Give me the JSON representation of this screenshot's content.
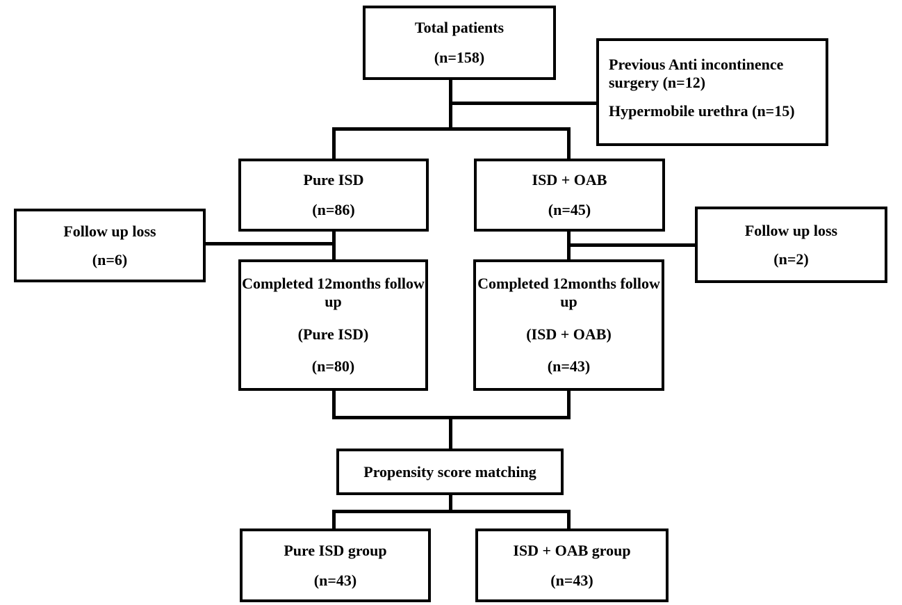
{
  "diagram": {
    "type": "patient-flow-chart",
    "colors": {
      "background": "#ffffff",
      "border": "#000000",
      "text": "#000000"
    },
    "nodes": {
      "total": {
        "lines": [
          "Total patients",
          "(n=158)"
        ]
      },
      "exclusion": {
        "lines": [
          "Previous Anti incontinence surgery (n=12)",
          "Hypermobile urethra (n=15)"
        ]
      },
      "pure_isd": {
        "lines": [
          "Pure ISD",
          "(n=86)"
        ]
      },
      "isd_oab": {
        "lines": [
          "ISD + OAB",
          "(n=45)"
        ]
      },
      "fu_loss_left": {
        "lines": [
          "Follow up loss",
          "(n=6)"
        ]
      },
      "fu_loss_right": {
        "lines": [
          "Follow up loss",
          "(n=2)"
        ]
      },
      "completed_pure": {
        "lines": [
          "Completed 12months follow up",
          "(Pure ISD)",
          "(n=80)"
        ]
      },
      "completed_oab": {
        "lines": [
          "Completed 12months follow up",
          "(ISD + OAB)",
          "(n=43)"
        ]
      },
      "psm": {
        "lines": [
          "Propensity score matching"
        ]
      },
      "pure_group": {
        "lines": [
          "Pure ISD group",
          "(n=43)"
        ]
      },
      "oab_group": {
        "lines": [
          "ISD + OAB group",
          "(n=43)"
        ]
      }
    }
  }
}
